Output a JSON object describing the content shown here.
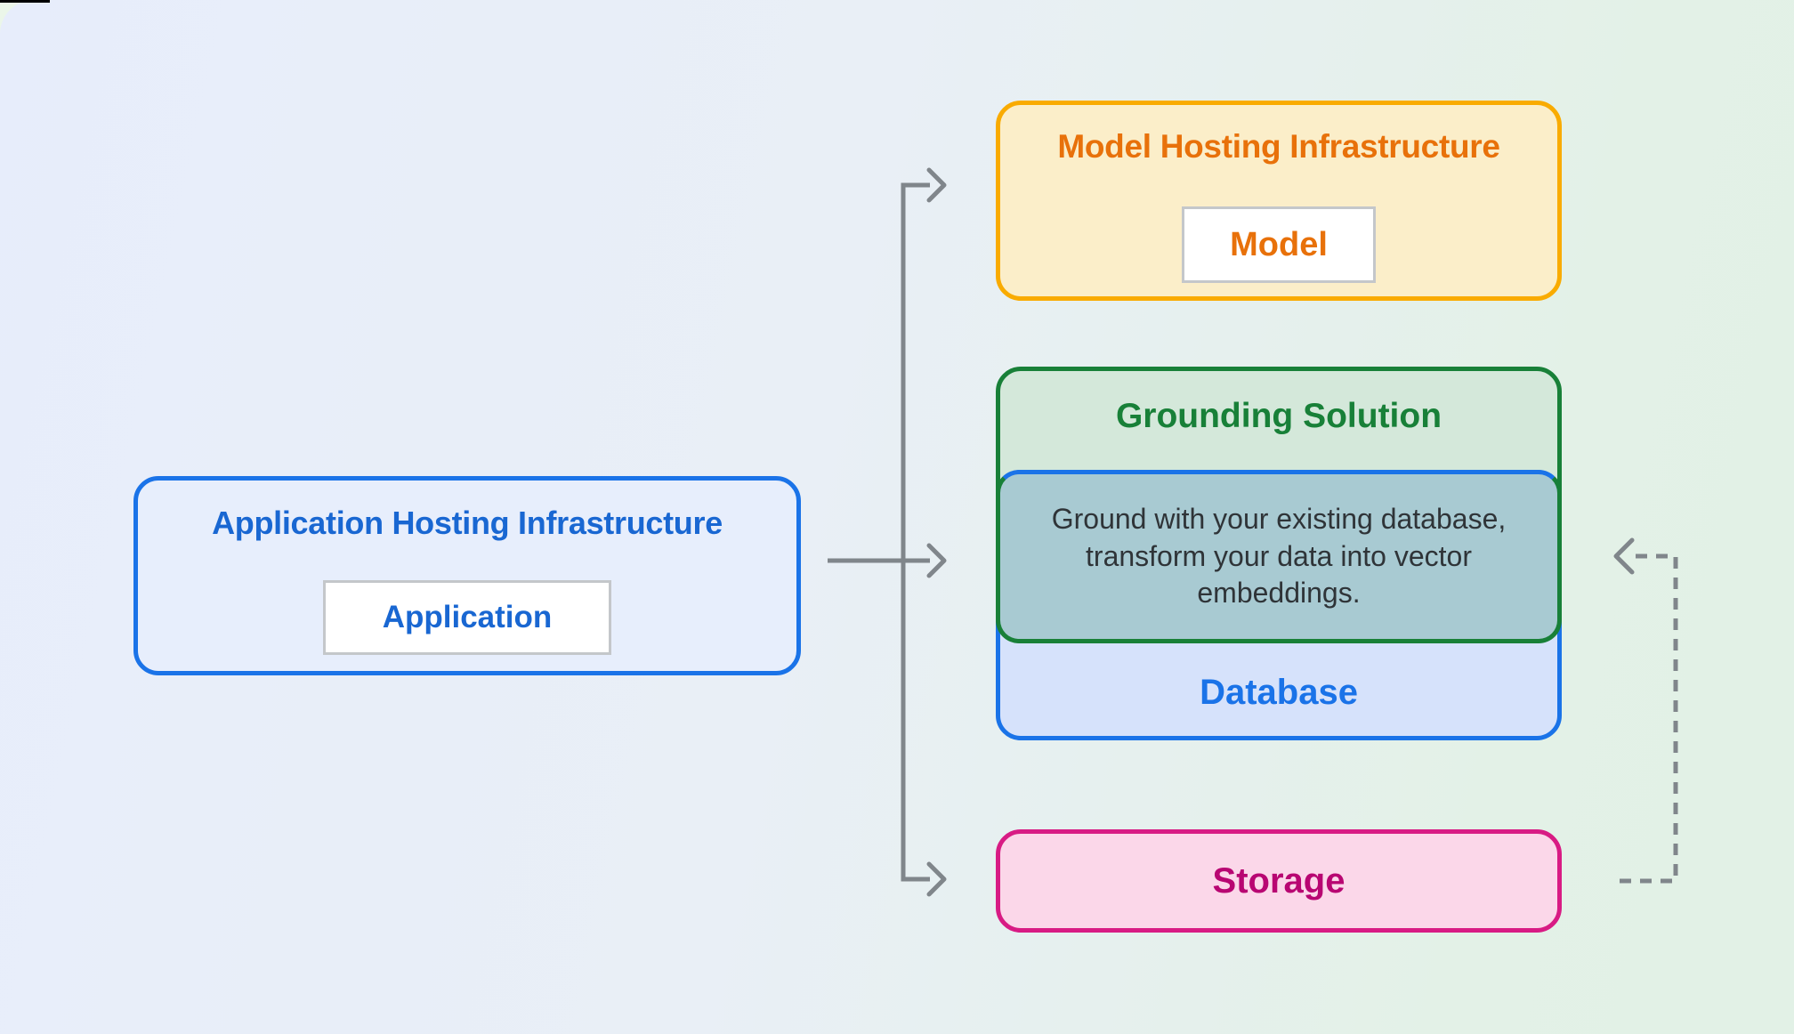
{
  "diagram": {
    "app_box": {
      "title": "Application Hosting Infrastructure",
      "chip": "Application"
    },
    "model_box": {
      "title": "Model Hosting Infrastructure",
      "chip": "Model"
    },
    "grounding_box": {
      "title": "Grounding Solution",
      "description": "Ground with your existing database, transform your data into vector embeddings."
    },
    "database_box": {
      "label": "Database"
    },
    "storage_box": {
      "label": "Storage"
    }
  },
  "colors": {
    "blue_border": "#1a73e8",
    "blue_text": "#1967d2",
    "blue_fill": "#d6e2fb",
    "app_fill": "#e7eefc",
    "orange_border": "#f9ab00",
    "orange_text": "#e8710a",
    "orange_fill": "#fbeec9",
    "green_border": "#188038",
    "green_fill": "#d4e8da",
    "overlap_fill": "#a8cad2",
    "magenta_border": "#d81b84",
    "magenta_text": "#b80672",
    "pink_fill": "#fbd7e9",
    "arrow_gray": "#80868b",
    "background_left": "#e7edfb",
    "background_right": "#e2f1e6"
  }
}
